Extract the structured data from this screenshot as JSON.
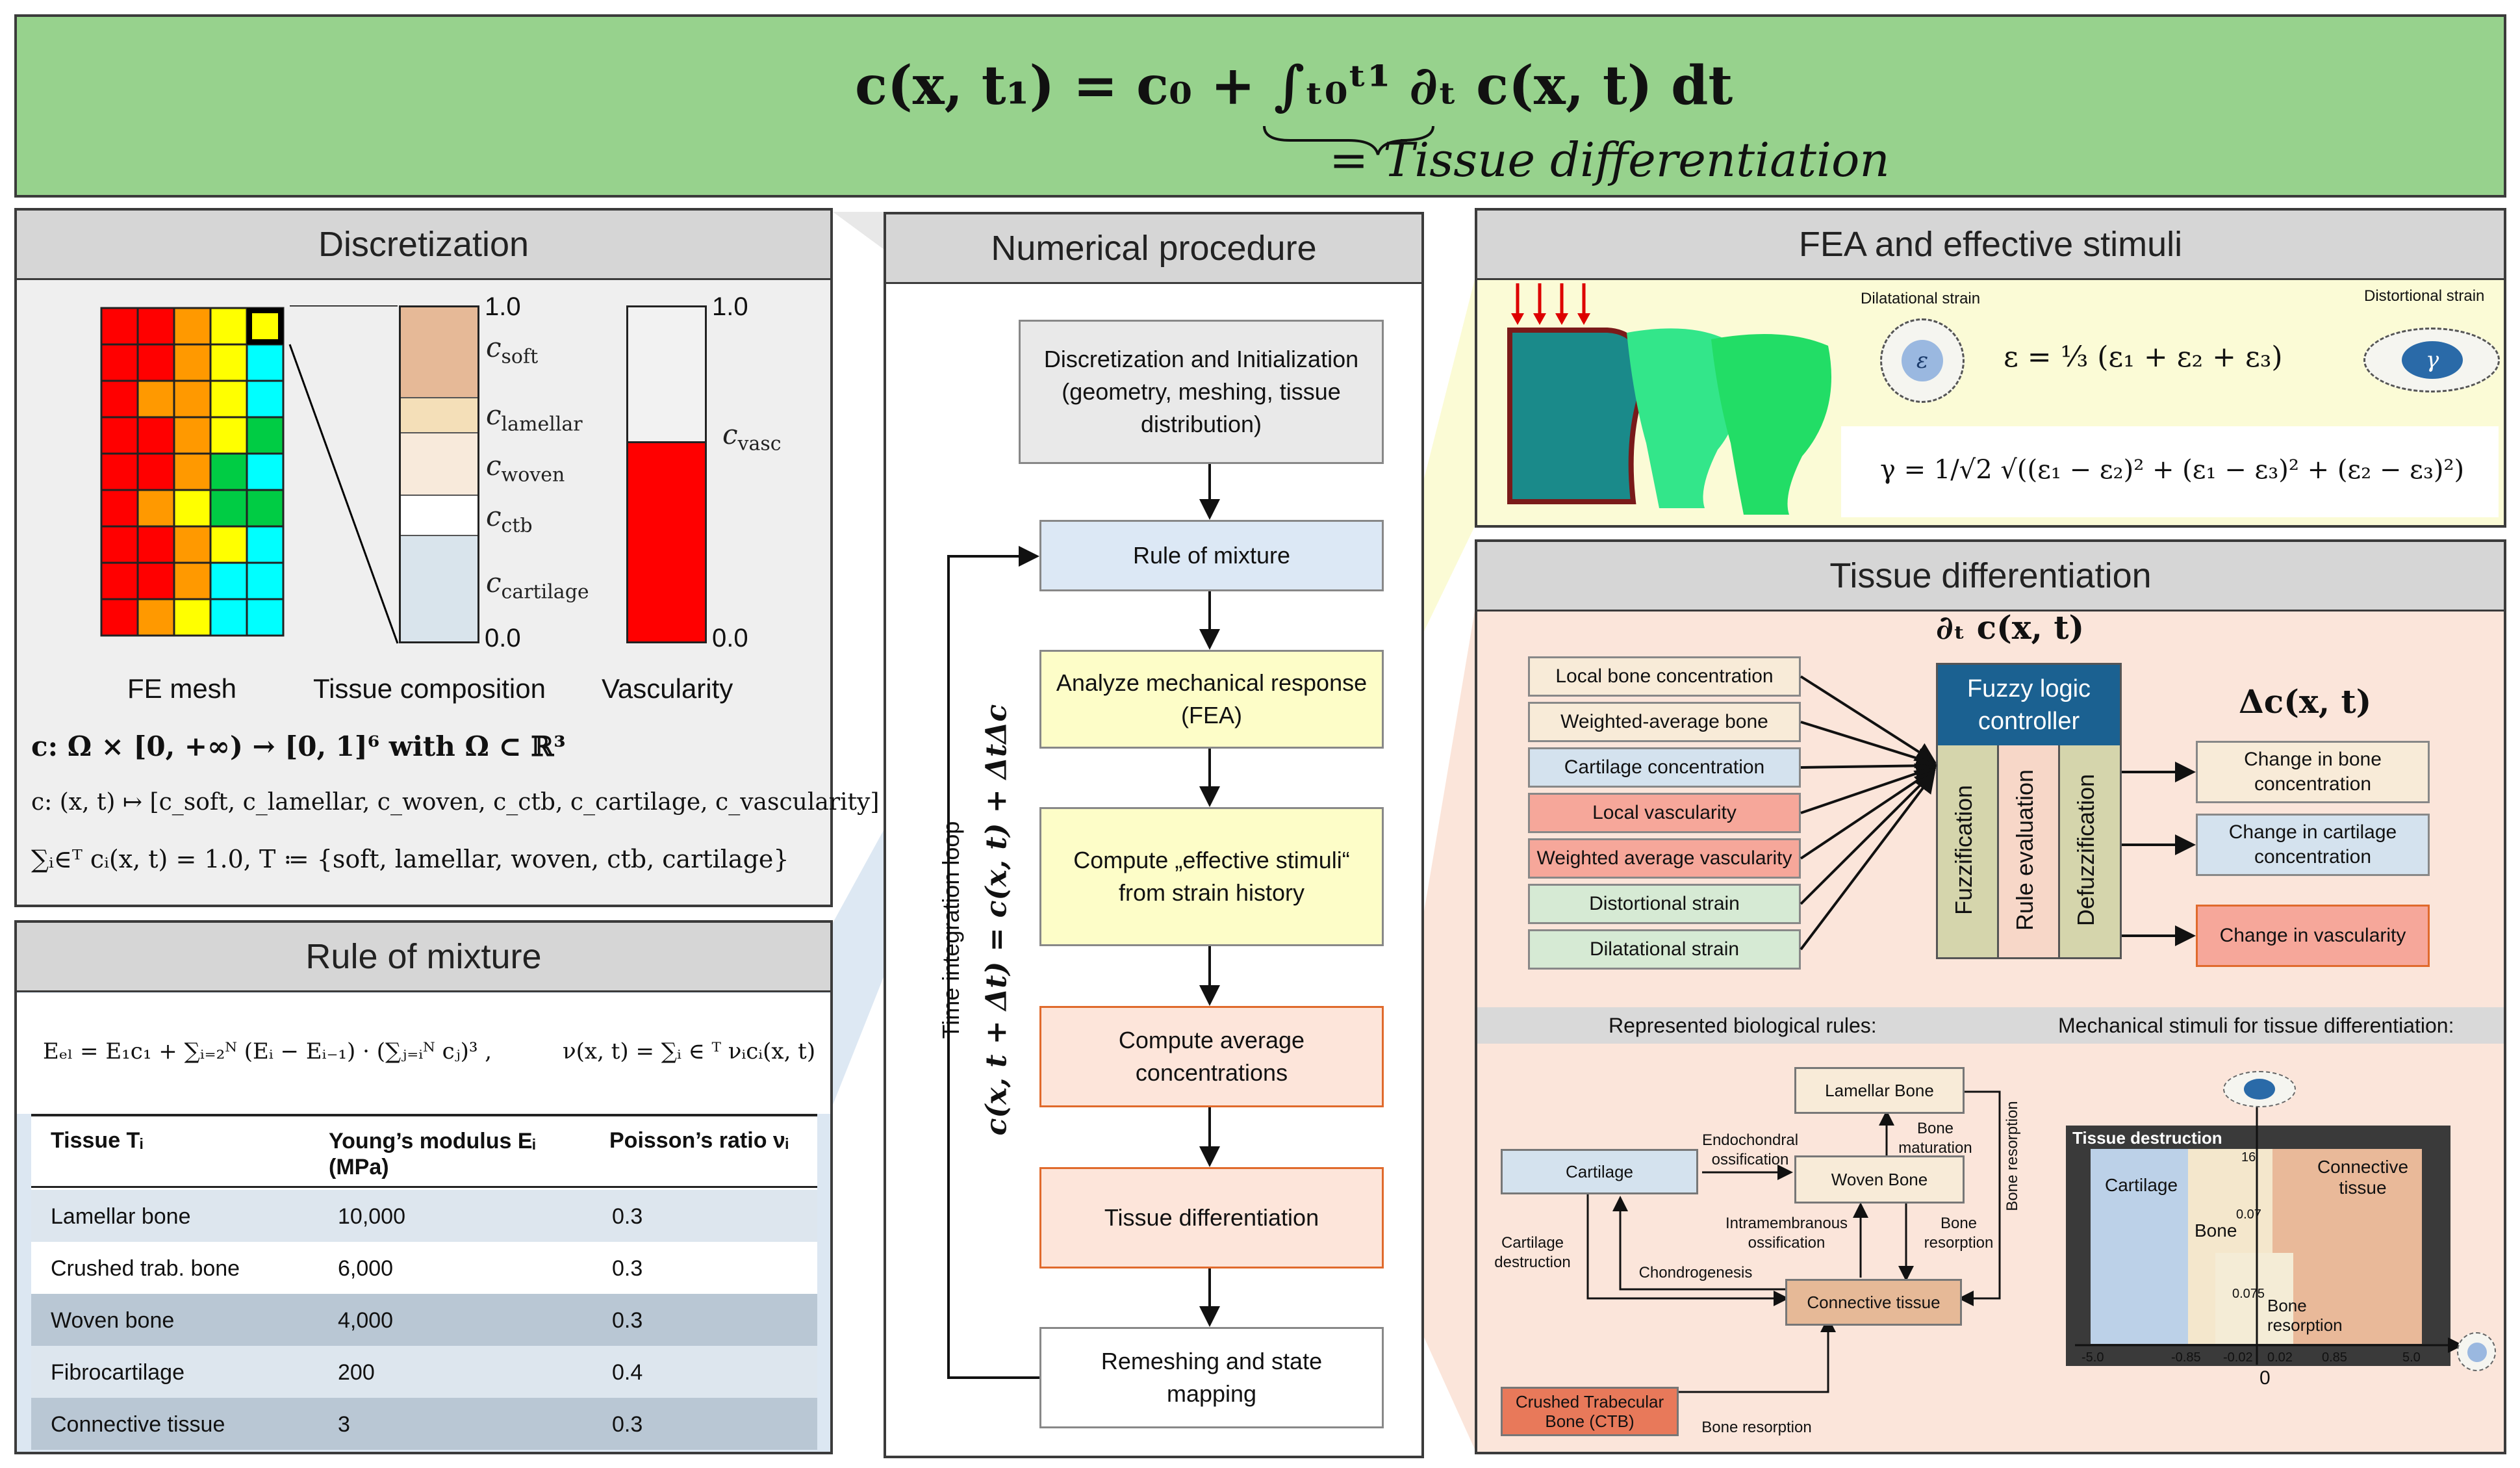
{
  "header": {
    "equation": "c(x, t₁) = c₀ + ∫ₜ₀ᵗ¹ ∂ₜ c(x, t) dt",
    "brace_label": "= Tissue differentiation"
  },
  "discretization": {
    "title": "Discretization",
    "mesh_label": "FE mesh",
    "composition_label": "Tissue composition",
    "vascularity_label": "Vascularity",
    "tick_top": "1.0",
    "tick_bottom": "0.0",
    "c_soft": "c",
    "c_soft_sub": "soft",
    "c_lamellar": "c",
    "c_lamellar_sub": "lamellar",
    "c_woven": "c",
    "c_woven_sub": "woven",
    "c_ctb": "c",
    "c_ctb_sub": "ctb",
    "c_cartilage": "c",
    "c_cartilage_sub": "cartilage",
    "c_vasc": "c",
    "c_vasc_sub": "vasc",
    "vasc_tick_top": "1.0",
    "vasc_tick_bottom": "0.0",
    "vascularity_level": 0.6,
    "math_line1": "c: Ω × [0, +∞) → [0, 1]⁶ with Ω ⊂ ℝ³",
    "math_line2": "c: (x, t) ↦ [c_soft, c_lamellar, c_woven, c_ctb, c_cartilage, c_vascularity]",
    "math_line3": "∑ᵢ∈ᵀ cᵢ(x, t) = 1.0, T ≔ {soft, lamellar, woven, ctb, cartilage}",
    "colors": {
      "red": "#ff0000",
      "orange": "#ff9900",
      "yellow": "#ffff00",
      "cyan": "#00ffff",
      "green": "#00cc44",
      "soft": "#e6b997",
      "lamellar": "#f4dfb8",
      "woven": "#f8eadb",
      "ctb": "#ffffff",
      "cartilage": "#d9e4ec"
    }
  },
  "rule_of_mixture": {
    "title": "Rule of mixture",
    "formula_left": "Eₑₗ = E₁c₁ + ∑ᵢ₌₂ᴺ (Eᵢ − Eᵢ₋₁) · (∑ⱼ₌ᵢᴺ cⱼ)³ ,",
    "formula_right": "ν(x, t) = ∑ᵢ ∈ ᵀ νᵢcᵢ(x, t)",
    "headers": [
      "Tissue Tᵢ",
      "Young’s modulus Eᵢ (MPa)",
      "Poisson’s ratio νᵢ"
    ],
    "rows": [
      [
        "Lamellar bone",
        "10,000",
        "0.3"
      ],
      [
        "Crushed trab. bone",
        "6,000",
        "0.3"
      ],
      [
        "Woven bone",
        "4,000",
        "0.3"
      ],
      [
        "Fibrocartilage",
        "200",
        "0.4"
      ],
      [
        "Connective tissue",
        "3",
        "0.3"
      ]
    ]
  },
  "numerical": {
    "title": "Numerical procedure",
    "steps": [
      "Discretization and Initialization (geometry, meshing, tissue distribution)",
      "Rule of mixture",
      "Analyze mechanical response (FEA)",
      "Compute „effective stimuli“ from strain history",
      "Compute average concentrations",
      "Tissue differentiation",
      "Remeshing and state mapping"
    ],
    "loop_label": "Time integration loop",
    "loop_equation": "c(x, t + Δt) = c(x, t) + ΔtΔc"
  },
  "fea": {
    "title": "FEA and effective stimuli",
    "dilatational_label": "Dilatational strain",
    "distortional_label": "Distortional strain",
    "eps_symbol": "ε",
    "gamma_symbol": "γ",
    "eq_eps": "ε = ⅓ (ε₁ + ε₂ + ε₃)",
    "eq_gamma": "γ = 1/√2 √((ε₁ − ε₂)² + (ε₁ − ε₃)² + (ε₂ − ε₃)²)"
  },
  "tissue_diff": {
    "title": "Tissue differentiation",
    "dtc": "∂ₜ c(x, t)",
    "delta_c": "Δc(x, t)",
    "inputs": [
      "Local bone concentration",
      "Weighted-average bone",
      "Cartilage concentration",
      "Local vascularity",
      "Weighted average vascularity",
      "Distortional strain",
      "Dilatational strain"
    ],
    "controller_title": "Fuzzy logic controller",
    "controller_cols": [
      "Fuzzification",
      "Rule evaluation",
      "Defuzzification"
    ],
    "outputs": [
      "Change in bone concentration",
      "Change in cartilage concentration",
      "Change in vascularity"
    ],
    "bio_rules_title": "Represented biological rules:",
    "mech_title": "Mechanical stimuli for tissue differentiation:",
    "bio": {
      "lamellar": "Lamellar Bone",
      "woven": "Woven Bone",
      "cartilage": "Cartilage",
      "connective": "Connective tissue",
      "ctb": "Crushed Trabecular Bone (CTB)",
      "bone_maturation": "Bone maturation",
      "endochondral": "Endochondral ossification",
      "intramembranous": "Intramembranous ossification",
      "bone_resorption": "Bone resorption",
      "bone_resorption_side": "Bone resorption",
      "cartilage_destruction": "Cartilage destruction",
      "chondrogenesis": "Chondrogenesis",
      "bone_resorption_bottom": "Bone resorption"
    },
    "mech": {
      "tissue_destruction": "Tissue destruction",
      "cartilage": "Cartilage",
      "bone": "Bone",
      "connective": "Connective tissue",
      "bone_resorption": "Bone resorption",
      "y_ticks": [
        "16",
        "0.07",
        "0.075"
      ],
      "x_ticks": [
        "-5.0",
        "-0.85",
        "-0.02",
        "0.02",
        "0.85",
        "5.0"
      ],
      "origin": "0"
    }
  }
}
